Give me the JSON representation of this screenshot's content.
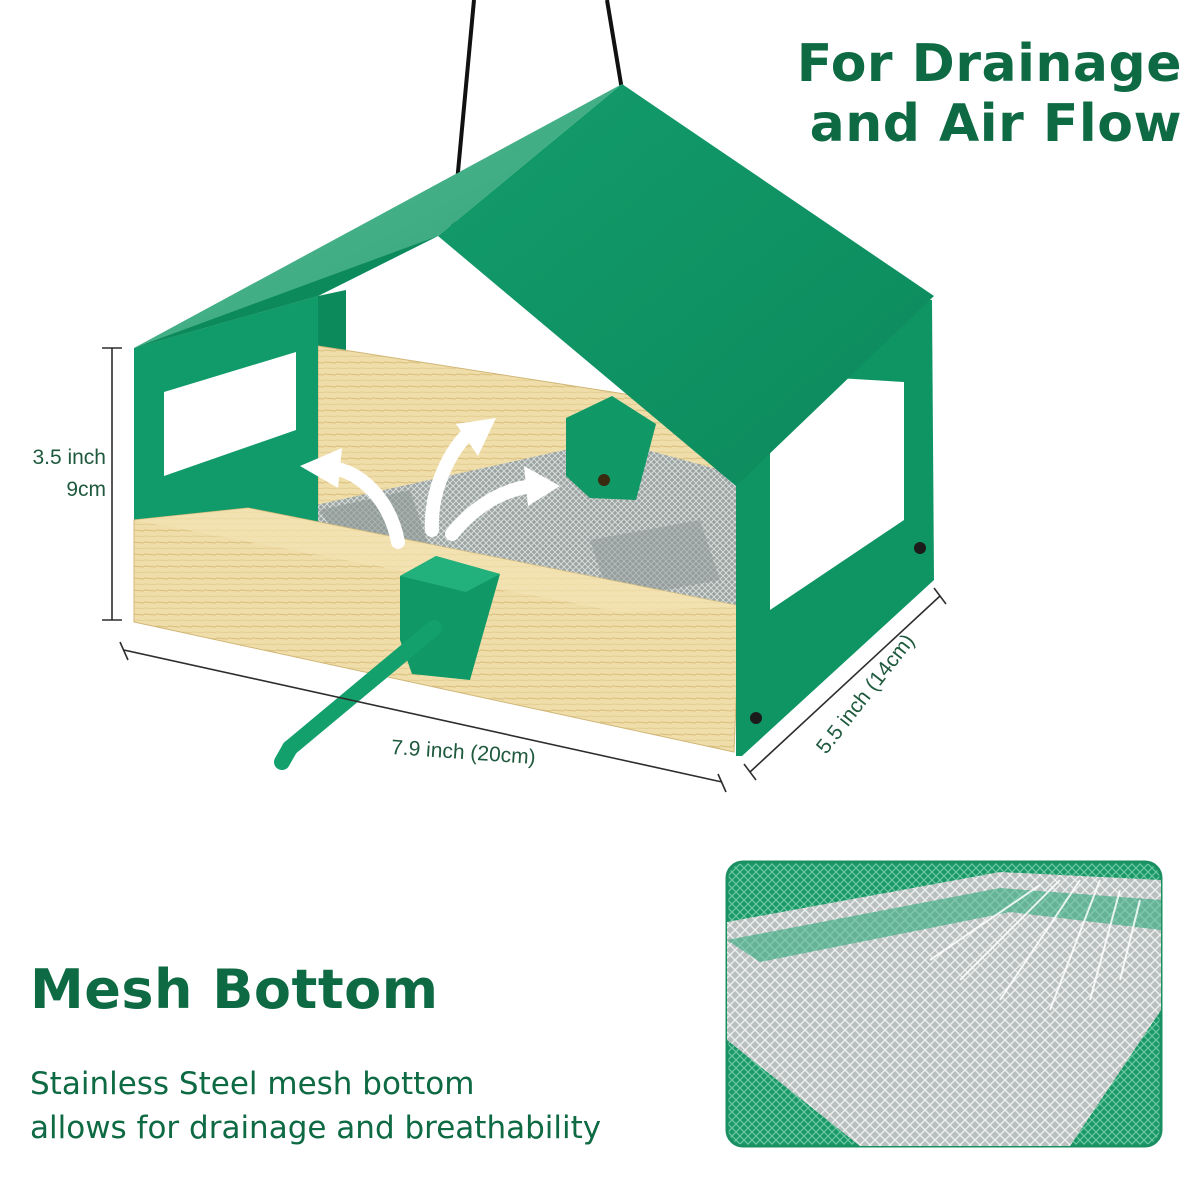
{
  "headline": {
    "line1": "For Drainage",
    "line2": "and Air Flow"
  },
  "dimensions": {
    "height_line1": "3.5 inch",
    "height_line2": "9cm",
    "width": "7.9 inch (20cm)",
    "depth": "5.5 inch (14cm)"
  },
  "section": {
    "title": "Mesh Bottom",
    "description_line1": "Stainless Steel mesh bottom",
    "description_line2": "allows for drainage and breathability"
  },
  "colors": {
    "brand_green": "#0e6a43",
    "feeder_green": "#10a06f",
    "wood": "#ecd9a2"
  }
}
